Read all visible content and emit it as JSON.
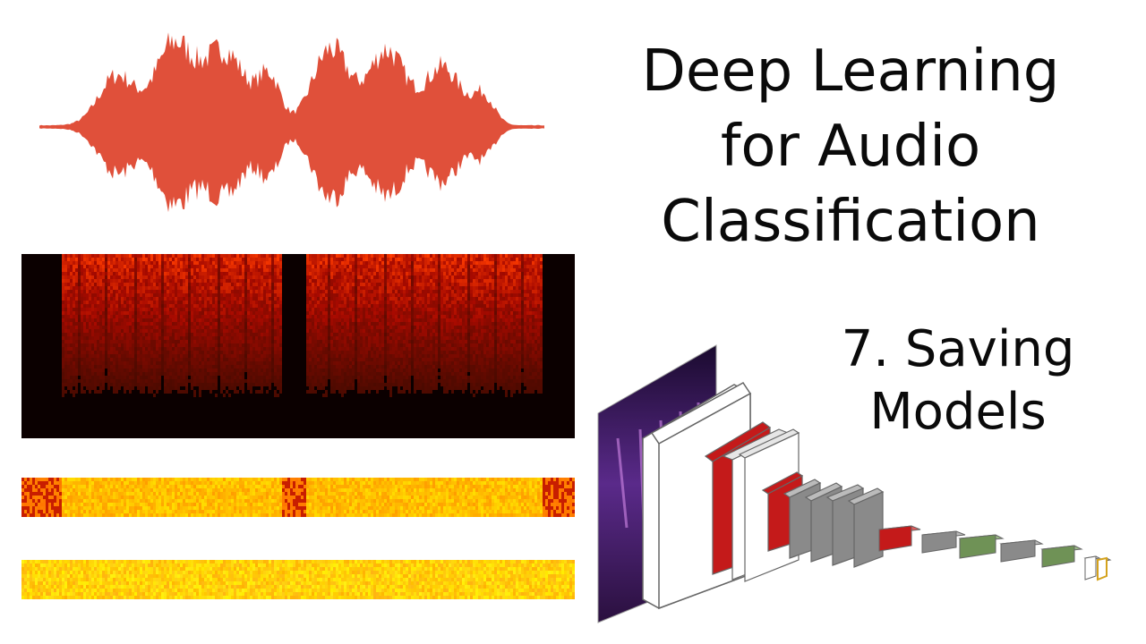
{
  "title_lines": [
    "Deep Learning",
    "for Audio",
    "Classification"
  ],
  "subtitle_lines": [
    "7. Saving",
    "Models"
  ],
  "colors": {
    "waveform": "#e0503a",
    "spectrogram_bg": "#0b0000",
    "conv_red": "#c41a1a",
    "layer_gray": "#8a8a8a",
    "dense_green": "#6f9256",
    "output_gold": "#d4a21c"
  },
  "graphics": [
    "audio-waveform",
    "spectrogram",
    "mfcc-strip",
    "filterbank-strip",
    "cnn-architecture-diagram"
  ]
}
